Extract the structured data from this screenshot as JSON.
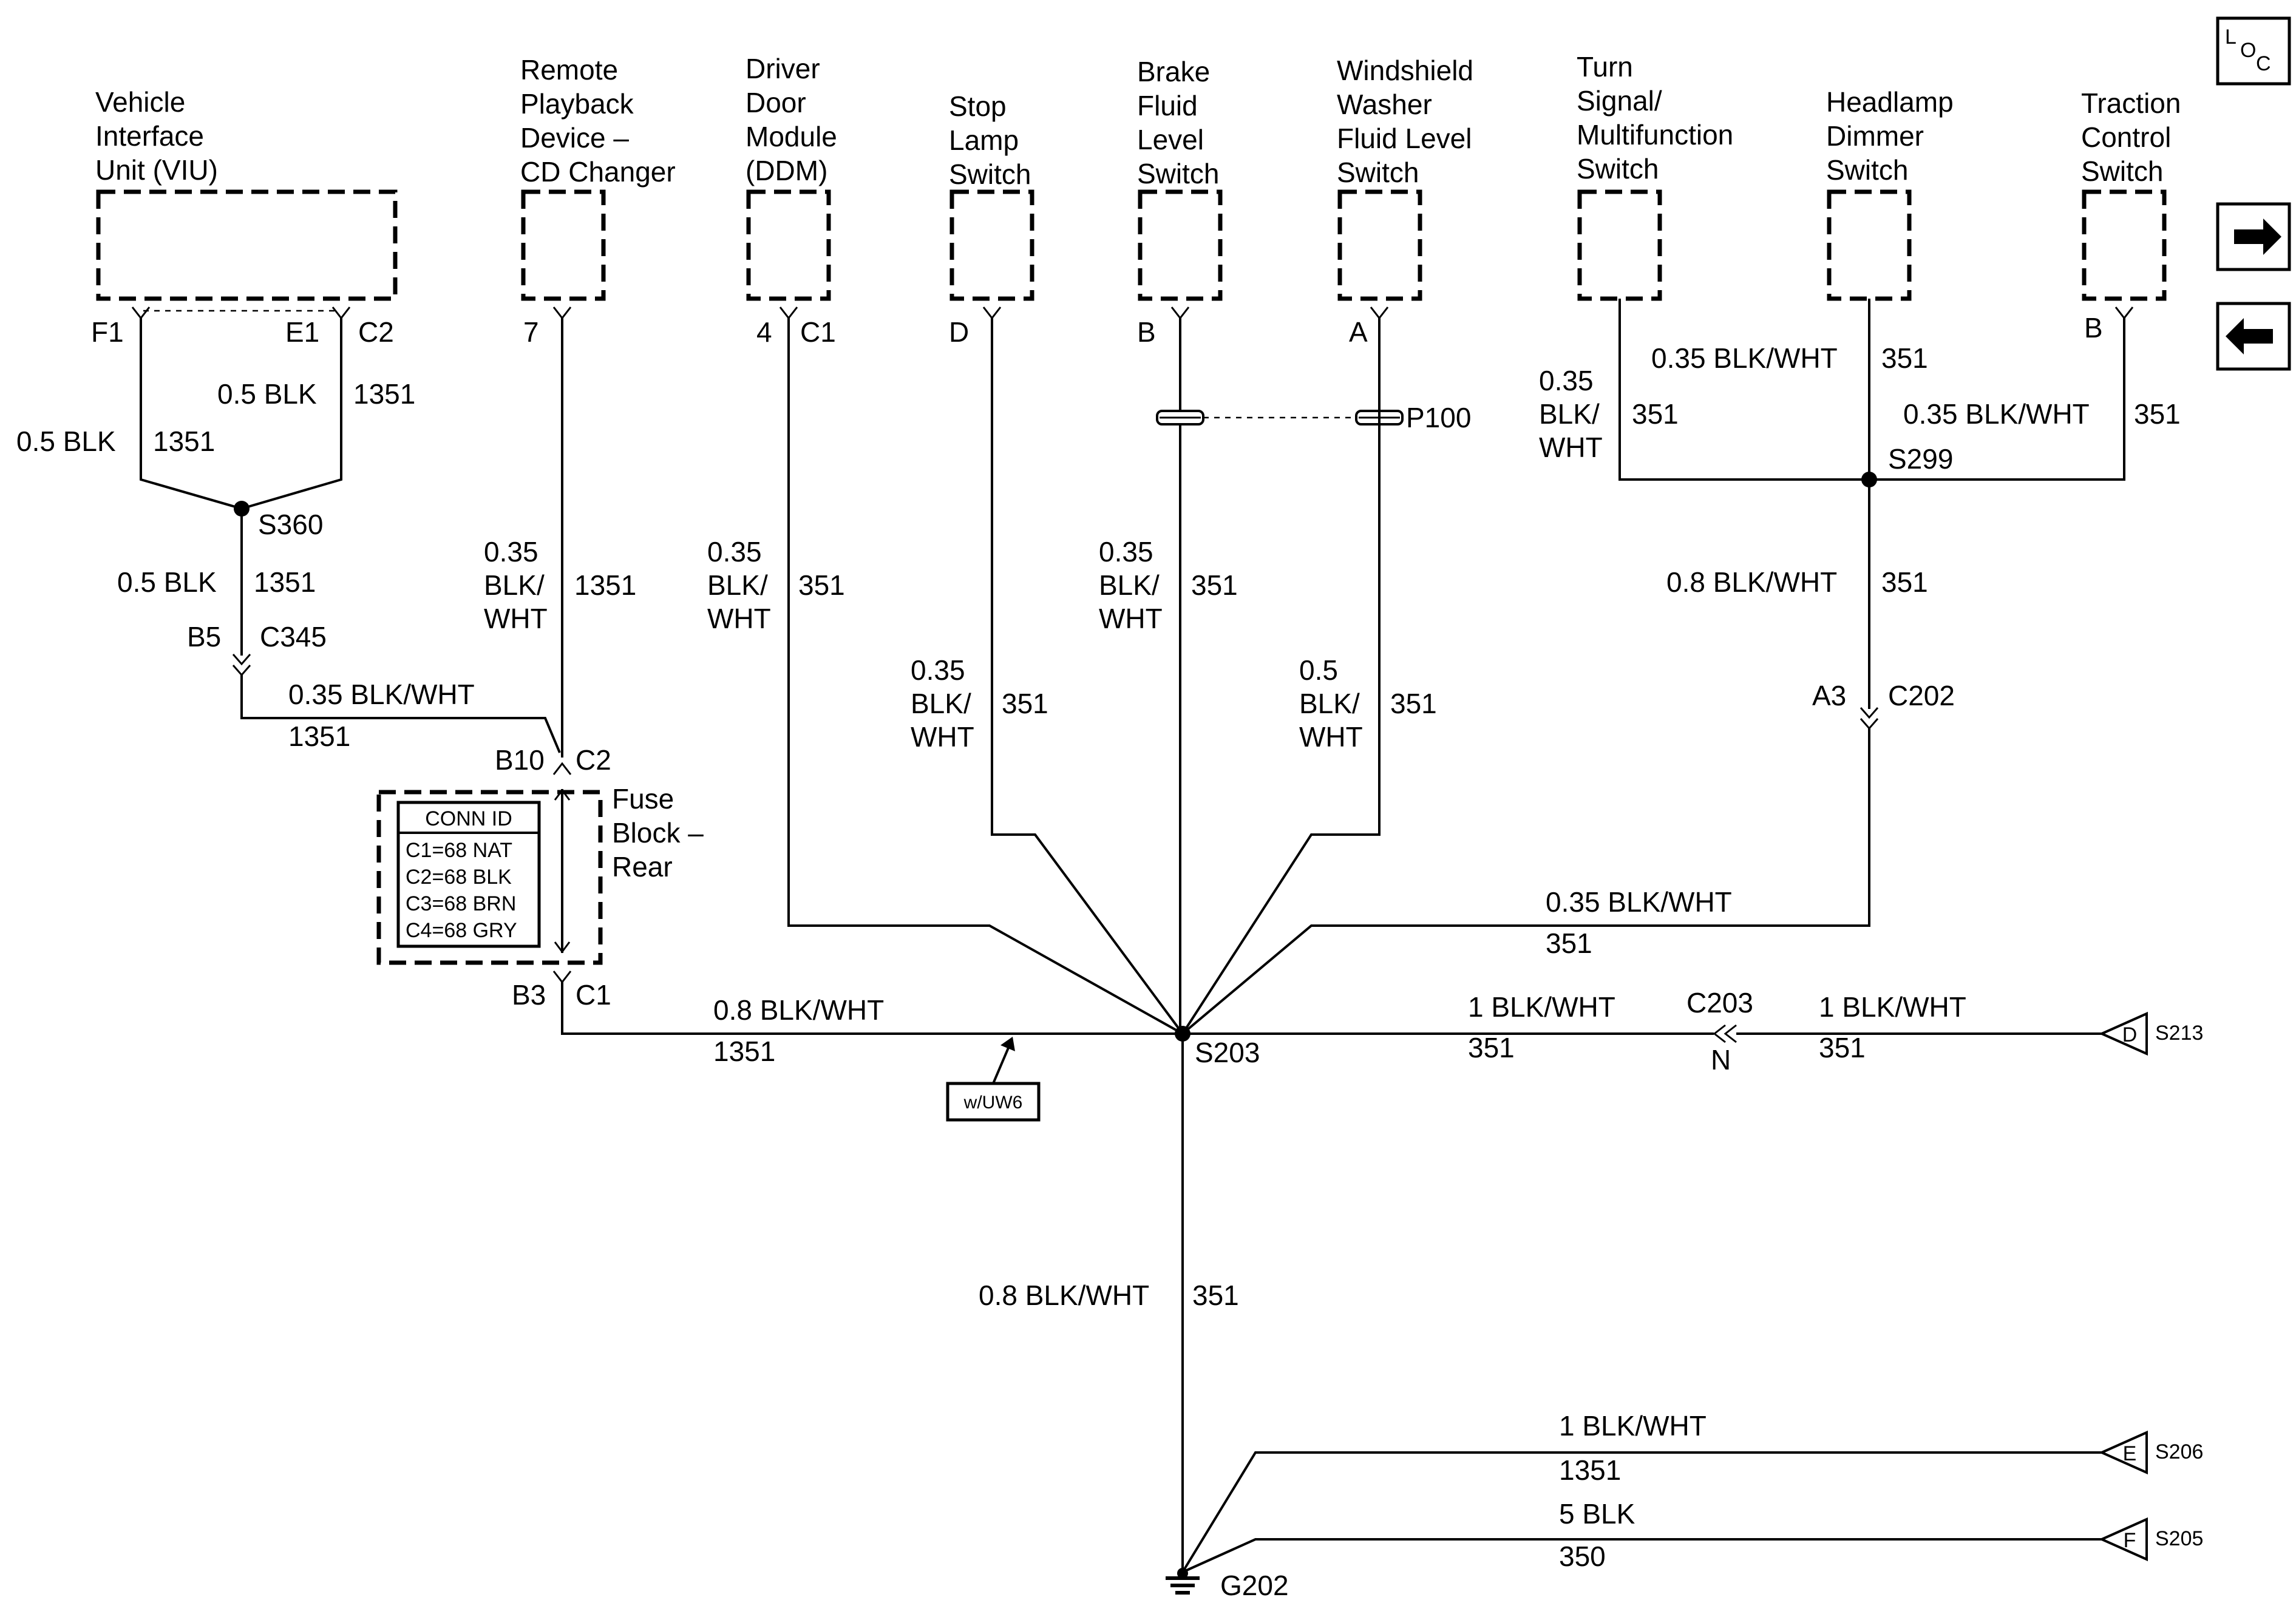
{
  "components": {
    "viu": [
      "Vehicle",
      "Interface",
      "Unit (VIU)"
    ],
    "rpd": [
      "Remote",
      "Playback",
      "Device –",
      "CD Changer"
    ],
    "ddm": [
      "Driver",
      "Door",
      "Module",
      "(DDM)"
    ],
    "stop": [
      "Stop",
      "Lamp",
      "Switch"
    ],
    "brake": [
      "Brake",
      "Fluid",
      "Level",
      "Switch"
    ],
    "wash": [
      "Windshield",
      "Washer",
      "Fluid Level",
      "Switch"
    ],
    "turn": [
      "Turn",
      "Signal/",
      "Multifunction",
      "Switch"
    ],
    "head": [
      "Headlamp",
      "Dimmer",
      "Switch"
    ],
    "trac": [
      "Traction",
      "Control",
      "Switch"
    ],
    "fuse": [
      "Fuse",
      "Block –",
      "Rear"
    ]
  },
  "pins": {
    "viu_f1": "F1",
    "viu_e1": "E1",
    "viu_c2": "C2",
    "rpd_7": "7",
    "ddm_4": "4",
    "ddm_c1": "C1",
    "stop_d": "D",
    "brake_b": "B",
    "wash_a": "A",
    "trac_b": "B",
    "c345_pin": "B5",
    "c345": "C345",
    "fuse_b10": "B10",
    "fuse_c2": "C2",
    "fuse_b3": "B3",
    "fuse_c1": "C1",
    "c202_pin": "A3",
    "c202": "C202",
    "c203": "C203",
    "c203_pin": "N"
  },
  "splices": {
    "s360": "S360",
    "s203": "S203",
    "s299": "S299",
    "g202": "G202",
    "p100": "P100"
  },
  "wires": {
    "viu_left_gauge": "0.5 BLK",
    "viu_left_circuit": "1351",
    "viu_right_gauge": "0.5 BLK",
    "viu_right_circuit": "1351",
    "s360_down_gauge": "0.5 BLK",
    "s360_down_circuit": "1351",
    "c345_fuse_gauge": "0.35 BLK/WHT",
    "c345_fuse_circuit": "1351",
    "rpd_gauge": [
      "0.35",
      "BLK/",
      "WHT"
    ],
    "rpd_circuit": "1351",
    "ddm_gauge": [
      "0.35",
      "BLK/",
      "WHT"
    ],
    "ddm_circuit": "351",
    "stop_gauge": [
      "0.35",
      "BLK/",
      "WHT"
    ],
    "stop_circuit": "351",
    "brake_gauge": [
      "0.35",
      "BLK/",
      "WHT"
    ],
    "brake_circuit": "351",
    "wash_gauge": [
      "0.5",
      "BLK/",
      "WHT"
    ],
    "wash_circuit": "351",
    "turn_gauge": [
      "0.35",
      "BLK/",
      "WHT"
    ],
    "turn_circuit": "351",
    "head_gauge": "0.35 BLK/WHT",
    "head_circuit": "351",
    "trac_gauge": "0.35 BLK/WHT",
    "trac_circuit": "351",
    "s299_down_gauge": "0.8 BLK/WHT",
    "s299_down_circuit": "351",
    "c202_s203_gauge": "0.35 BLK/WHT",
    "c202_s203_circuit": "351",
    "fuse_s203_gauge": "0.8 BLK/WHT",
    "fuse_s203_circuit": "1351",
    "c203_s203_gauge": "1 BLK/WHT",
    "c203_s203_circuit": "351",
    "s213_c203_gauge": "1 BLK/WHT",
    "s213_c203_circuit": "351",
    "s203_g202_gauge": "0.8 BLK/WHT",
    "s203_g202_circuit": "351",
    "s206_gauge": "1 BLK/WHT",
    "s206_circuit": "1351",
    "s205_gauge": "5 BLK",
    "s205_circuit": "350"
  },
  "conn_id": {
    "title": "CONN ID",
    "rows": [
      "C1=68 NAT",
      "C2=68 BLK",
      "C3=68 BRN",
      "C4=68 GRY"
    ]
  },
  "option_tag": "w/UW6",
  "refs": {
    "s213_letter": "D",
    "s213": "S213",
    "s206_letter": "E",
    "s206": "S206",
    "s205_letter": "F",
    "s205": "S205"
  },
  "loc_icon": {
    "l": "L",
    "o": "O",
    "c": "C"
  },
  "nav": {
    "next": "next-page-arrow-icon",
    "prev": "previous-page-arrow-icon"
  }
}
